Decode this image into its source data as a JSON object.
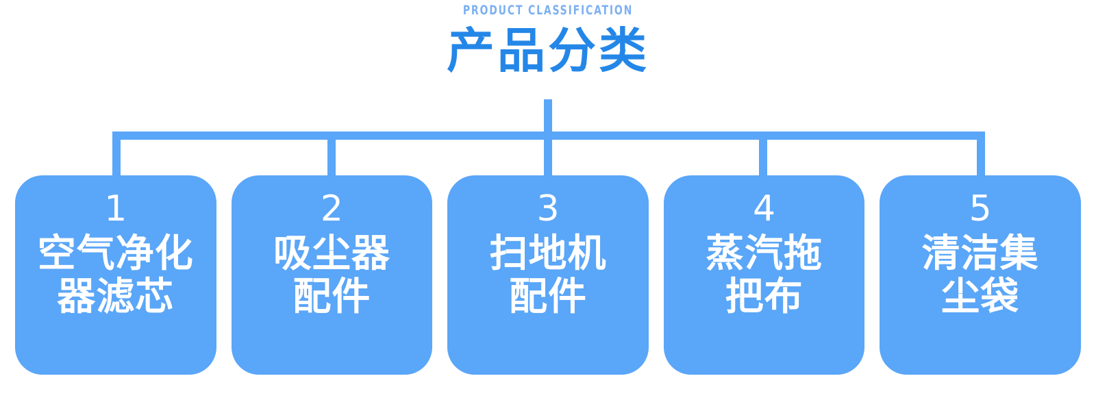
{
  "header": {
    "eyebrow": "PRODUCT CLASSIFICATION",
    "title": "产品分类"
  },
  "colors": {
    "title_blue": "#2487e8",
    "eyebrow_blue": "#7db0f2",
    "box_blue": "#5aa6f8",
    "connector_blue": "#5aa6f8",
    "box_text": "#ffffff",
    "background": "#ffffff"
  },
  "chart_data": {
    "type": "diagram",
    "title": "产品分类",
    "subtitle": "PRODUCT CLASSIFICATION",
    "layout": "top-down tree, one root with five leaf nodes",
    "root": "产品分类",
    "nodes": [
      {
        "number": "1",
        "label": "空气净化\n器滤芯"
      },
      {
        "number": "2",
        "label": "吸尘器\n配件"
      },
      {
        "number": "3",
        "label": "扫地机\n配件"
      },
      {
        "number": "4",
        "label": "蒸汽拖\n把布"
      },
      {
        "number": "5",
        "label": "清洁集\n尘袋"
      }
    ]
  },
  "categories": [
    {
      "number": "1",
      "label": "空气净化\n器滤芯"
    },
    {
      "number": "2",
      "label": "吸尘器\n配件"
    },
    {
      "number": "3",
      "label": "扫地机\n配件"
    },
    {
      "number": "4",
      "label": "蒸汽拖\n把布"
    },
    {
      "number": "5",
      "label": "清洁集\n尘袋"
    }
  ]
}
